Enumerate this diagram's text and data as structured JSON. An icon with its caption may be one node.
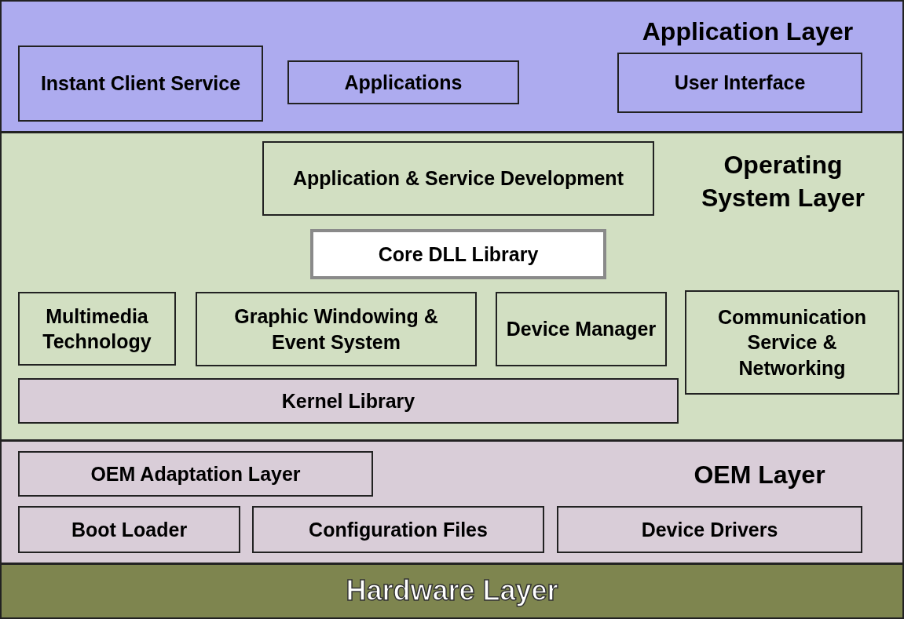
{
  "diagram": {
    "nodes": [
      {
        "text": [
          "Application Layer"
        ]
      },
      {
        "text": [
          "Instant Client Service"
        ],
        "in": 0
      },
      {
        "text": [
          "Applications"
        ],
        "in": 0
      },
      {
        "text": [
          "User Interface"
        ],
        "in": 0
      },
      {
        "text": [
          "Operating System Layer"
        ]
      },
      {
        "text": [
          "Application & Service Development"
        ],
        "in": 4
      },
      {
        "text": [
          "Core DLL Library"
        ],
        "in": 4
      },
      {
        "text": [
          "Multimedia Technology"
        ],
        "in": 4
      },
      {
        "text": [
          "Graphic Windowing & Event System"
        ],
        "in": 4
      },
      {
        "text": [
          "Device Manager"
        ],
        "in": 4
      },
      {
        "text": [
          "Communication Service & Networking"
        ],
        "in": 4
      },
      {
        "text": [
          "Kernel Library"
        ],
        "in": 4
      },
      {
        "text": [
          "OEM Layer"
        ]
      },
      {
        "text": [
          "OEM Adaptation Layer"
        ],
        "in": 12
      },
      {
        "text": [
          "Boot Loader"
        ],
        "in": 12
      },
      {
        "text": [
          "Configuration Files"
        ],
        "in": 12
      },
      {
        "text": [
          "Device Drivers"
        ],
        "in": 12
      },
      {
        "text": [
          "Hardware Layer"
        ]
      }
    ],
    "edges": []
  }
}
